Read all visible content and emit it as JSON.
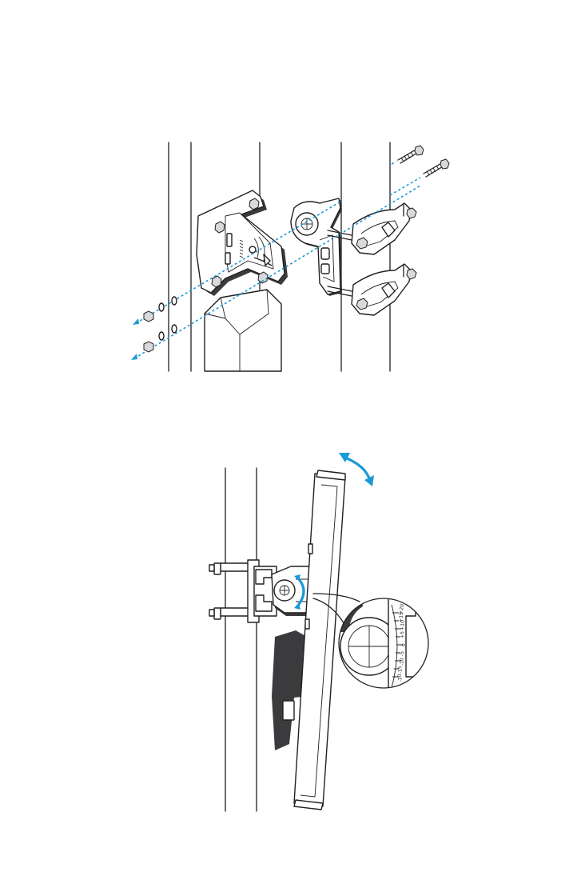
{
  "figure_top": {
    "name": "mounting-assembly-exploded-view"
  },
  "figure_bottom": {
    "name": "antenna-tilt-adjustment-view",
    "scale_labels": [
      "+20",
      "+15",
      "+10",
      "+5",
      "0",
      "-5",
      "-10",
      "-15",
      "-20"
    ]
  },
  "colors": {
    "line": "#231f20",
    "guide_blue": "#1a9ad6",
    "shadow": "#3b3b3d"
  }
}
